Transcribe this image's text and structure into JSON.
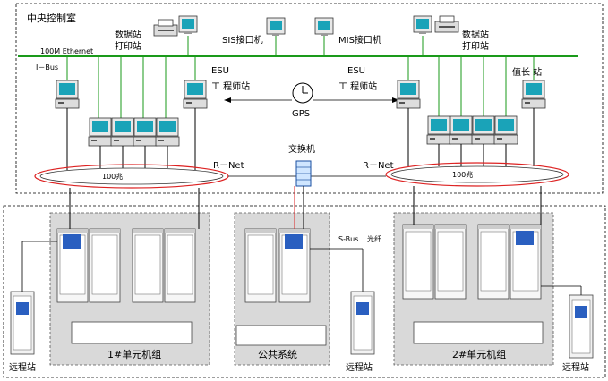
{
  "labels": {
    "control_room": "中央控制室",
    "ethernet": "100M Ethernet",
    "ibus": "I－Bus",
    "data_print_left": [
      "数据站",
      "打印站"
    ],
    "data_print_right": [
      "数据站",
      "打印站"
    ],
    "sis": "SIS接口机",
    "mis": "MIS接口机",
    "esu_left": [
      "ESU",
      "工 程师站"
    ],
    "esu_right": [
      "ESU",
      "工 程师站"
    ],
    "duty": "值长 站",
    "gps": "GPS",
    "switch": "交换机",
    "rnet_left": "R－Net",
    "rnet_right": "R－Net",
    "ring_left": "100兆",
    "ring_right": "100兆",
    "sbus": "S-Bus",
    "fiber": "光纤",
    "unit1": "1#单元机组",
    "common": "公共系统",
    "unit2": "2#单元机组",
    "remote": [
      "远程站",
      "远程站",
      "远程站"
    ]
  }
}
